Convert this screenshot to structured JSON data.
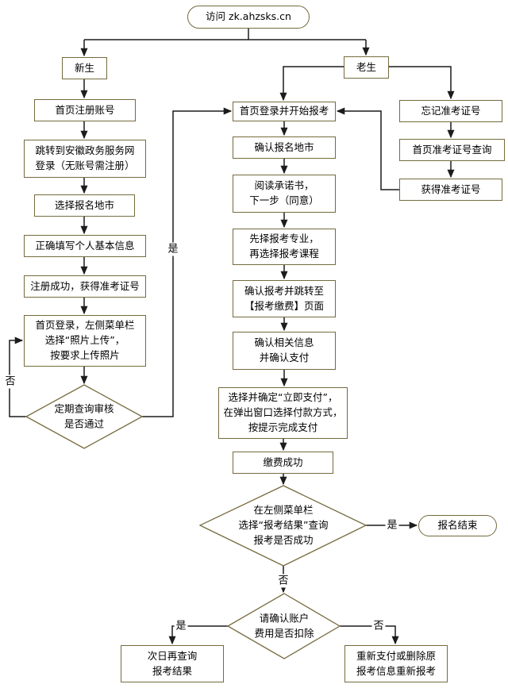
{
  "colors": {
    "node_border": "#756b3e",
    "connector": "#1c1c1c",
    "node_fill": "#ffffff",
    "text": "#000000"
  },
  "labels": {
    "yes": "是",
    "no": "否"
  },
  "nodes": {
    "start": "访问 zk.ahzsks.cn",
    "new_student": "新生",
    "register_account": "首页注册账号",
    "gov_login": "跳转到安徽政务服务网\n登录（无账号需注册）",
    "select_city": "选择报名地市",
    "fill_info": "正确填写个人基本信息",
    "register_success": "注册成功，获得准考证号",
    "photo_upload": "首页登录，左侧菜单栏\n选择“照片上传”，\n按要求上传照片",
    "audit_check": "定期查询审核\n是否通过",
    "login_apply": "首页登录并开始报考",
    "confirm_city": "确认报名地市",
    "read_commitment": "阅读承诺书，\n下一步（同意）",
    "select_major": "先择报考专业，\n再选择报考课程",
    "confirm_apply": "确认报考并跳转至\n【报考缴费】页面",
    "confirm_info": "确认相关信息\n并确认支付",
    "pay_now": "选择并确定“立即支付”，\n在弹出窗口选择付款方式，\n按提示完成支付",
    "pay_success": "缴费成功",
    "result_check": "在左侧菜单栏\n选择“报考结果”查询\n报考是否成功",
    "end": "报名结束",
    "deduction_check": "请确认账户\n费用是否扣除",
    "recheck_next_day": "次日再查询\n报考结果",
    "repay": "重新支付或删除原\n报考信息重新报考",
    "old_student": "老生",
    "forgot_id": "忘记准考证号",
    "id_query": "首页准考证号查询",
    "got_id": "获得准考证号"
  }
}
